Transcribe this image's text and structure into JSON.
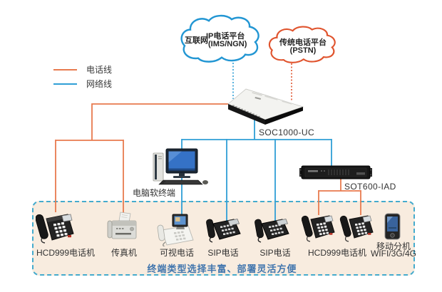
{
  "legend": {
    "items": [
      {
        "label": "电话线",
        "color": "#e87a4e",
        "type": "phone-line"
      },
      {
        "label": "网络线",
        "color": "#2f9fd6",
        "type": "network-line"
      }
    ]
  },
  "clouds": {
    "internet": {
      "side_label": "互联网",
      "title": "IP电话平台",
      "subtitle": "(IMS/NGN)",
      "outline_color": "#2296d3"
    },
    "pstn": {
      "title": "传统电话平台",
      "subtitle": "(PSTN)",
      "outline_color": "#e0542e"
    }
  },
  "core": {
    "gateway_label": "SOC1000-UC",
    "softclient_label": "电脑软终端",
    "iad_label": "SOT600-IAD"
  },
  "terminals": {
    "caption": "终端类型选择丰富、部署灵活方便",
    "items": [
      {
        "label": "HCD999电话机",
        "type": "desk-phone"
      },
      {
        "label": "传真机",
        "type": "fax"
      },
      {
        "label": "可视电话",
        "type": "video-phone"
      },
      {
        "label": "SIP电话",
        "type": "sip-phone"
      },
      {
        "label": "SIP电话",
        "type": "sip-phone"
      },
      {
        "label": "HCD999电话机",
        "type": "desk-phone-pair"
      },
      {
        "label": "移动分机",
        "label2": "WIFI/3G/4G",
        "type": "mobile-phone"
      }
    ]
  },
  "colors": {
    "phone_line": "#e87a4e",
    "network_line": "#2f9fd6",
    "terminal_box_bg": "#f8ecdf",
    "terminal_box_border": "#45abcd",
    "caption_text": "#3f74ad"
  }
}
